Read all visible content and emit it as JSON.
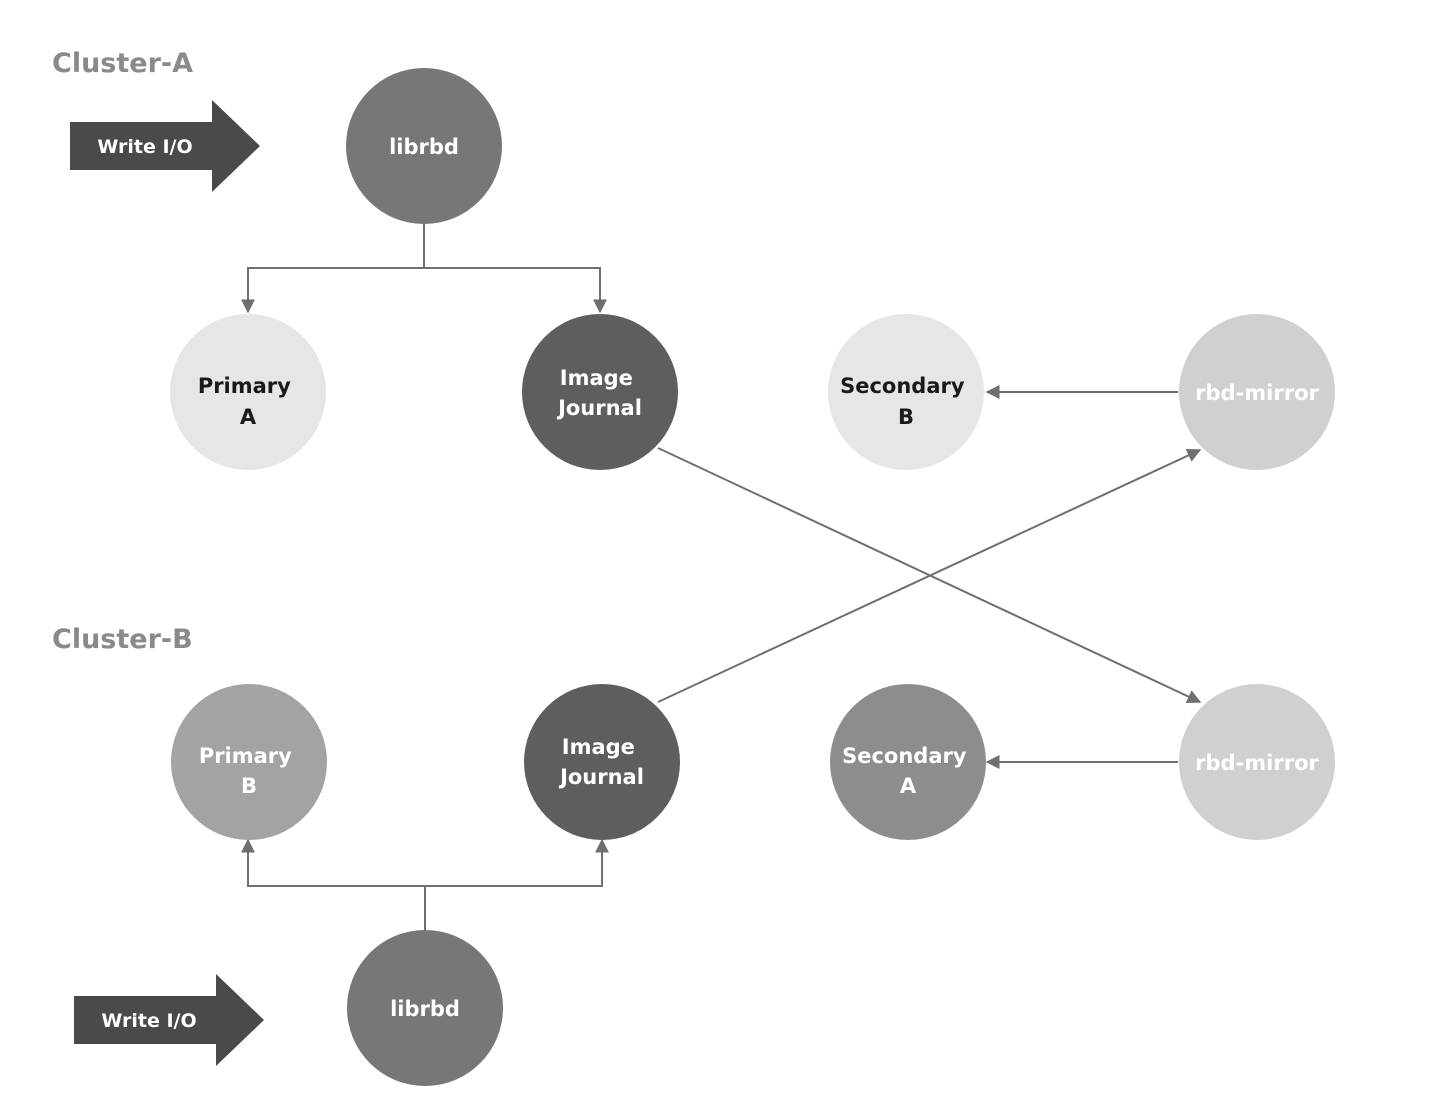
{
  "colors": {
    "librbd": "#777777",
    "journal": "#5e5e5e",
    "primary_a": "#e6e6e6",
    "secondary_b": "#e6e6e6",
    "rbd_mirror": "#d0d0d0",
    "primary_b": "#a3a3a3",
    "secondary_a": "#8d8d8d",
    "write_arrow": "#4a4a4a",
    "connector": "#6f6f6f",
    "title": "#8a8a8a"
  },
  "clusters": {
    "a": {
      "title": "Cluster-A",
      "write_io": "Write I/O",
      "librbd": "librbd",
      "primary": [
        "Primary",
        "A"
      ],
      "journal": [
        "Image",
        "Journal"
      ],
      "secondary": [
        "Secondary",
        "B"
      ],
      "mirror": "rbd-mirror"
    },
    "b": {
      "title": "Cluster-B",
      "write_io": "Write I/O",
      "librbd": "librbd",
      "primary": [
        "Primary",
        "B"
      ],
      "journal": [
        "Image",
        "Journal"
      ],
      "secondary": [
        "Secondary",
        "A"
      ],
      "mirror": "rbd-mirror"
    }
  }
}
